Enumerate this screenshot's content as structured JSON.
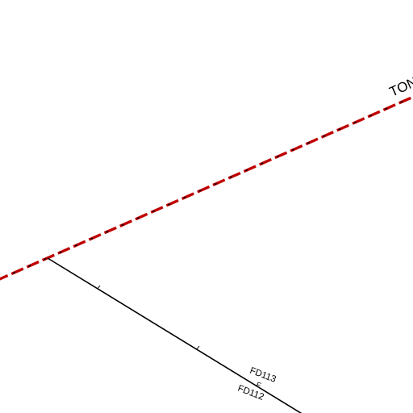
{
  "map": {
    "road": {
      "label": "TON",
      "line_color": "#c00000",
      "tick_color": "#000000"
    },
    "line": {
      "color": "#000000"
    },
    "labels": {
      "fd_upper": "FD113",
      "fd_lower": "FD112",
      "divider": "F"
    }
  }
}
